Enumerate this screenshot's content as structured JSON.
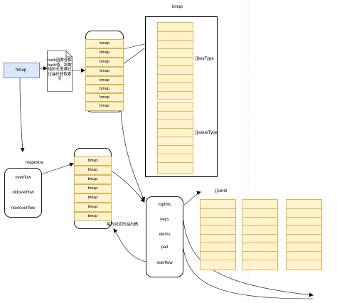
{
  "title": "bmap",
  "hmap": {
    "label": "hmap"
  },
  "hash_note": {
    "lines": [
      "hash函数获取",
      "hash值，和数",
      "组的长度通过",
      "位操作获取索",
      "引"
    ]
  },
  "bucket_array": {
    "cells": [
      "bmap",
      "bmap",
      "bmap",
      "bmap",
      "bmap",
      "bmap",
      "bmap",
      "bmap"
    ]
  },
  "bmap_struct": {
    "key_label": "[]keyType",
    "value_label": "[]valueType"
  },
  "mapextra": {
    "label": "mapextra",
    "fields": [
      "overflow",
      "oldoverflow",
      "nextoverflow"
    ]
  },
  "overflow_array": {
    "cells": [
      "bmap",
      "bmap",
      "bmap",
      "bmap",
      "bmap",
      "bmap",
      "bmap"
    ]
  },
  "overflow_note": "指向对应的溢出桶",
  "bucket_struct": {
    "fields": [
      "topbits",
      "keys",
      "elems",
      "pad",
      "overflow"
    ]
  },
  "uint8_label": "[]uint8",
  "colors": {
    "cell_fill": "#fff2cc",
    "cell_border": "#d6b656",
    "hmap_fill": "#dae8fc",
    "hmap_border": "#6c8ebf"
  }
}
